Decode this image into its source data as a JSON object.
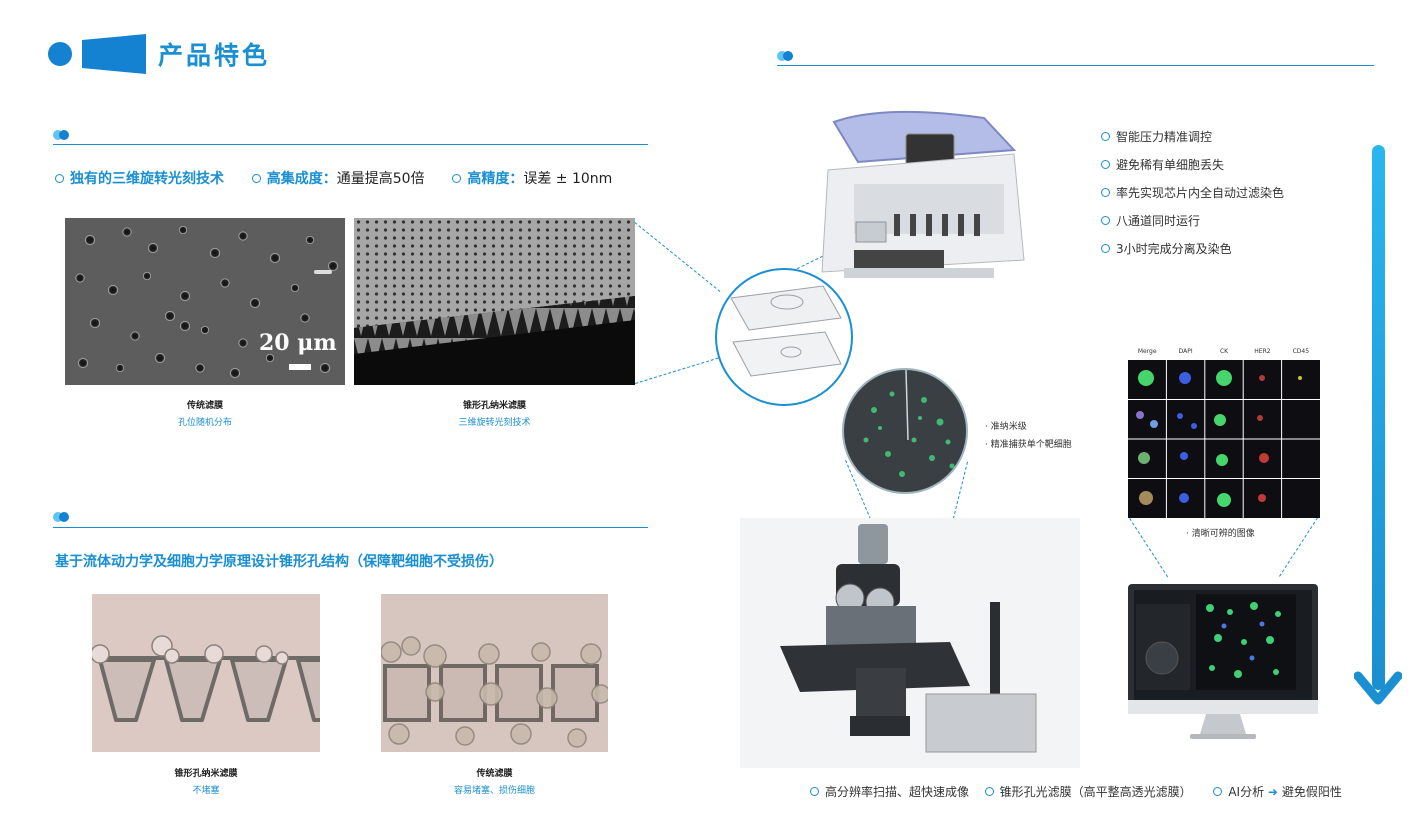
{
  "header": {
    "title": "产品特色"
  },
  "section1": {
    "features": [
      {
        "label": "独有的三维旋转光刻技术",
        "value": ""
      },
      {
        "label": "高集成度：",
        "value": "通量提高50倍"
      },
      {
        "label": "高精度：",
        "value": "误差 ± 10nm"
      }
    ],
    "scale_label": "20 μm",
    "images": [
      {
        "title": "传统滤膜",
        "subtitle": "孔位随机分布"
      },
      {
        "title": "锥形孔纳米滤膜",
        "subtitle": "三维旋转光刻技术"
      }
    ]
  },
  "section2": {
    "heading": "基于流体动力学及细胞力学原理设计锥形孔结构（保障靶细胞不受损伤）",
    "images": [
      {
        "title": "锥形孔纳米滤膜",
        "subtitle": "不堵塞"
      },
      {
        "title": "传统滤膜",
        "subtitle": "容易堵塞、损伤细胞"
      }
    ]
  },
  "right": {
    "bullets": [
      "智能压力精准调控",
      "避免稀有单细胞丢失",
      "率先实现芯片内全自动过滤染色",
      "八通道同时运行",
      "3小时完成分离及染色"
    ],
    "micro_notes": [
      "准纳米级",
      "精准捕获单个靶细胞"
    ],
    "panel_headers": [
      "Merge",
      "DAPI",
      "CK",
      "HER2",
      "CD45"
    ],
    "panel_caption": "清晰可辨的图像",
    "bottom": [
      {
        "text": "高分辨率扫描、超快速成像"
      },
      {
        "text": "锥形孔光滤膜（高平整高透光滤膜）"
      },
      {
        "text": "AI分析",
        "arrow": "➜",
        "after": "避免假阳性"
      }
    ]
  }
}
